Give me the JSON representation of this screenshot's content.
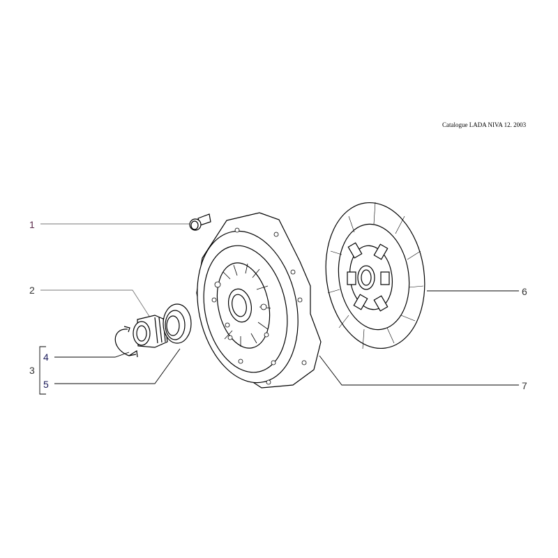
{
  "caption": "Catalogue LADA NIVA 12. 2003",
  "callouts": [
    {
      "number": "1",
      "color": "#5a2a4a"
    },
    {
      "number": "2",
      "color": "#333333"
    },
    {
      "number": "3",
      "color": "#333333"
    },
    {
      "number": "4",
      "color": "#1a1a5a"
    },
    {
      "number": "5",
      "color": "#1a1a5a"
    },
    {
      "number": "6",
      "color": "#333333"
    },
    {
      "number": "7",
      "color": "#333333"
    }
  ]
}
